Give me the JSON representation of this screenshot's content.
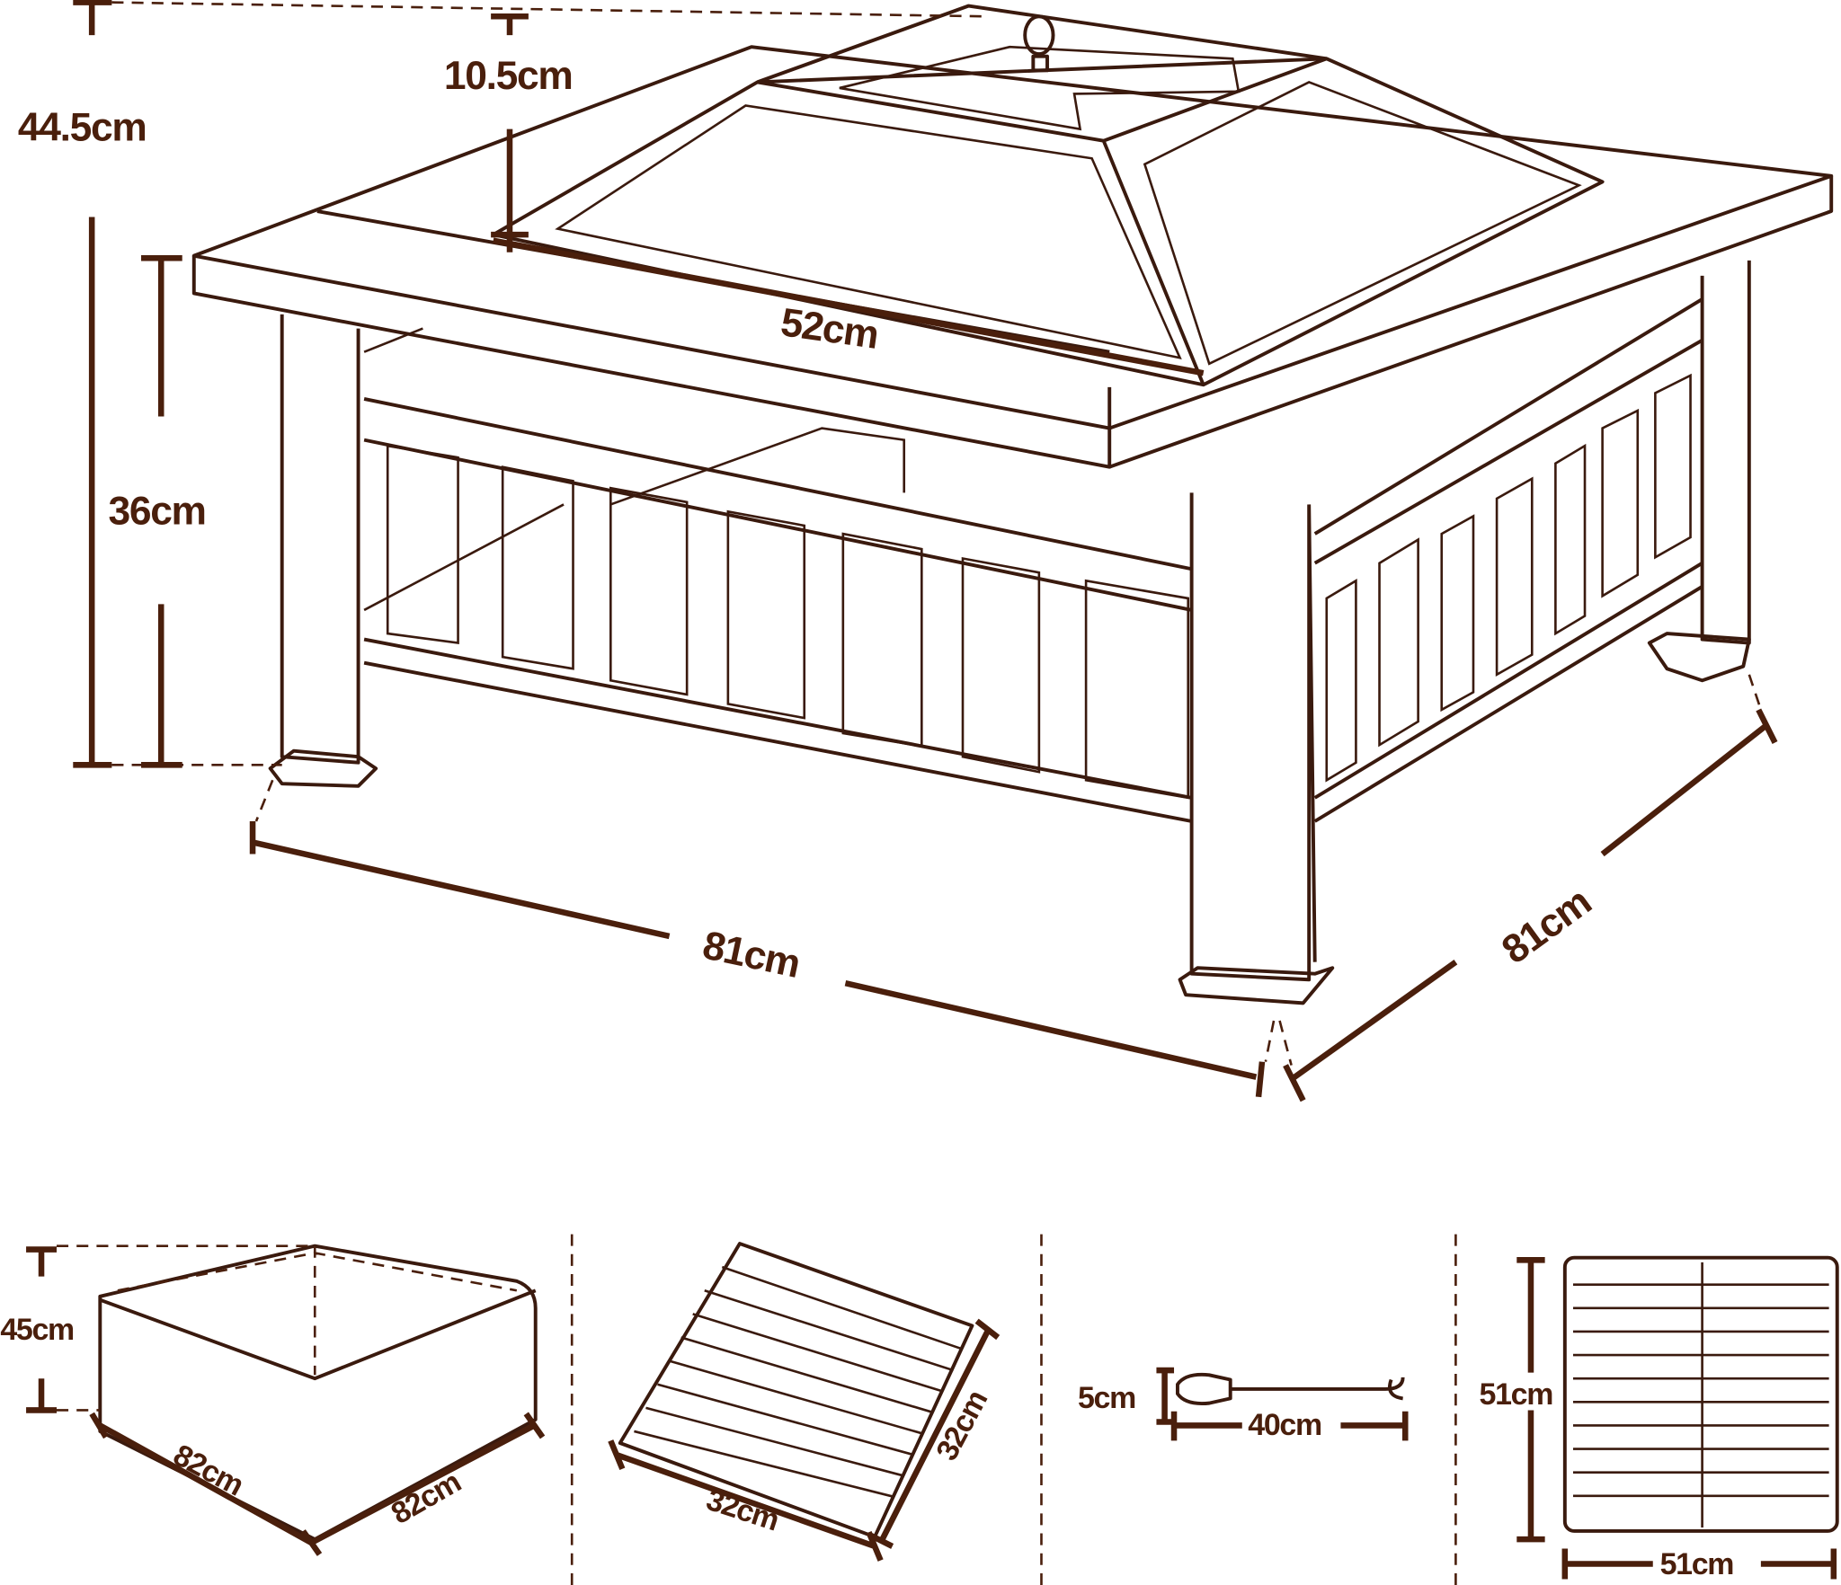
{
  "main": {
    "overall_height": "44.5cm",
    "lid_height": "10.5cm",
    "bowl_width": "52cm",
    "leg_height": "36cm",
    "front_width": "81cm",
    "side_depth": "81cm"
  },
  "accessories": {
    "cover": {
      "height": "45cm",
      "width": "82cm",
      "depth": "82cm"
    },
    "grate": {
      "width": "32cm",
      "depth": "32cm"
    },
    "poker": {
      "height": "5cm",
      "length": "40cm"
    },
    "grill": {
      "height": "51cm",
      "width": "51cm"
    }
  },
  "colors": {
    "line": "#3a1a0e",
    "dimension": "#4a1f0c"
  }
}
